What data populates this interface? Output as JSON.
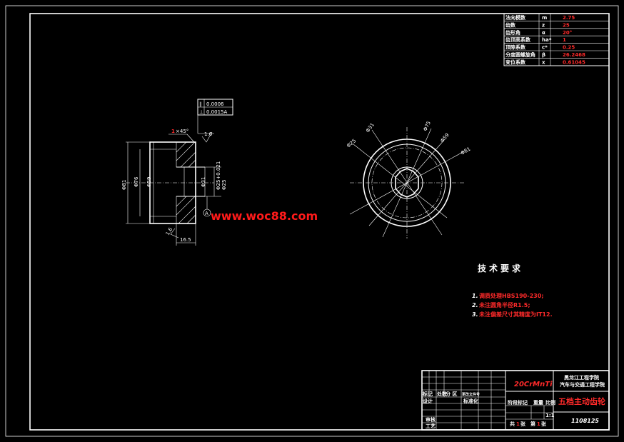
{
  "gear_params": {
    "rows": [
      {
        "name": "法向模数",
        "symbol": "m",
        "value": "2.75"
      },
      {
        "name": "齿数",
        "symbol": "z",
        "value": "25"
      },
      {
        "name": "齿形角",
        "symbol": "α",
        "value": "20°"
      },
      {
        "name": "齿顶高系数",
        "symbol": "ha*",
        "value": "1"
      },
      {
        "name": "顶隙系数",
        "symbol": "c*",
        "value": "0.25"
      },
      {
        "name": "分度圆螺旋角",
        "symbol": "β",
        "value": "26.2468"
      },
      {
        "name": "变位系数",
        "symbol": "x",
        "value": "0.61045"
      }
    ]
  },
  "tolerance_frame": {
    "row1_symbol": "∥",
    "row1_value": "0.0006",
    "row2_symbol": "⊥",
    "row2_value": "0.0015A"
  },
  "section_view": {
    "chamfer_label_red": "1",
    "chamfer_label": "×45°",
    "roughness_top": "1.6",
    "roughness_bottom": "1.6",
    "dia_outer": "Φ81",
    "dia_mid": "Φ76",
    "dia_inner": "Φ59",
    "dia_bore": "Φ31",
    "bore_fit": "Φ25+0.021",
    "bore_fit2": "Φ25",
    "width": "16.5",
    "datum": "A"
  },
  "front_view": {
    "labels": [
      "Φ25",
      "Φ31",
      "Φ75",
      "Φ59",
      "Φ81"
    ]
  },
  "watermark": "www.woc88.com",
  "tech_requirements": {
    "title": "技术要求",
    "items": [
      {
        "num": "1.",
        "text": "调质处理HBS190-230;"
      },
      {
        "num": "2.",
        "text": "未注圆角半径R1.5;"
      },
      {
        "num": "3.",
        "text": "未注偏差尺寸其精度为IT12."
      }
    ]
  },
  "title_block": {
    "material": "20CrMnTi",
    "school_line1": "黑龙江工程学院",
    "school_line2": "汽车与交通工程学院",
    "part_name": "五档主动齿轮",
    "drawing_no": "1108125",
    "cells": {
      "mark": "标记",
      "count": "处数",
      "zone": "分 区",
      "change_doc": "更改文件号",
      "design": "设计",
      "std": "标准化",
      "review": "审核",
      "process": "工艺",
      "stage_mark": "阶段标记",
      "weight": "重量",
      "scale": "比例",
      "scale_value": "1:1",
      "sheets_total": "共",
      "sheets_label": "张",
      "sheet_no": "第",
      "sheet_label": "张",
      "sheets_total_value": "1",
      "sheet_no_value": "1"
    }
  }
}
